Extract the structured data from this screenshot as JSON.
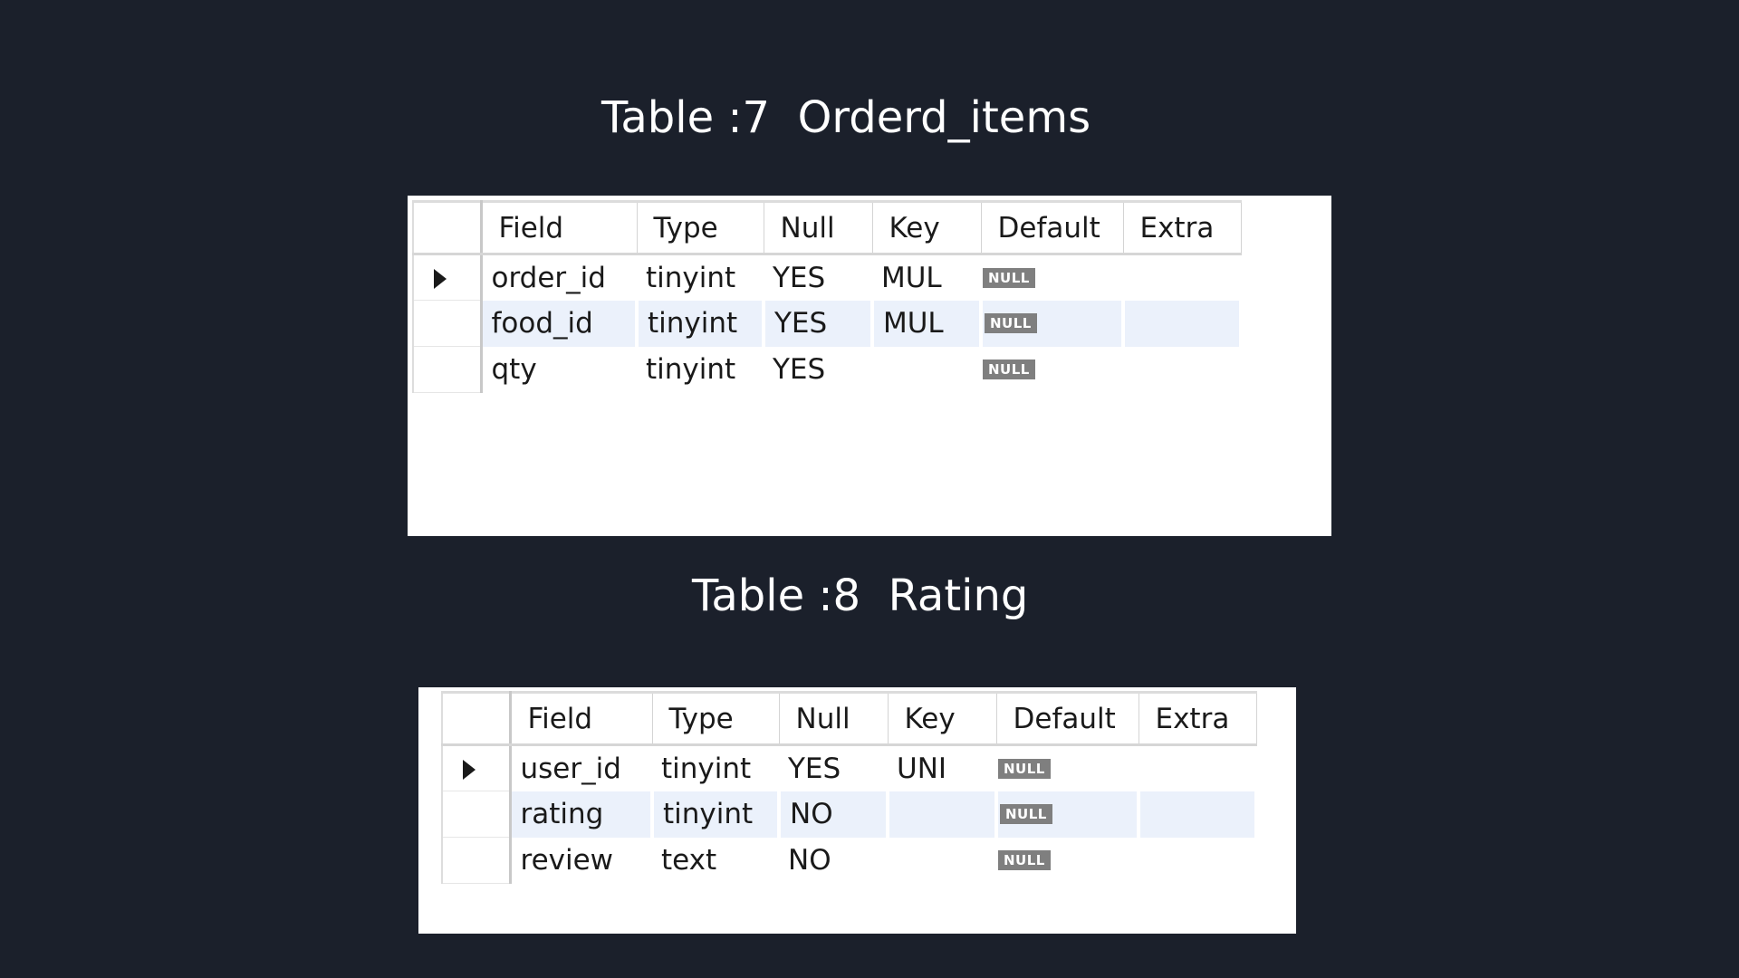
{
  "slides": {
    "table7_title": "Table :7  Orderd_items",
    "table8_title": "Table :8  Rating"
  },
  "columns": [
    "Field",
    "Type",
    "Null",
    "Key",
    "Default",
    "Extra"
  ],
  "table7": {
    "rows": [
      {
        "field": "order_id",
        "type": "tinyint",
        "null": "YES",
        "key": "MUL",
        "default": "NULL",
        "extra": ""
      },
      {
        "field": "food_id",
        "type": "tinyint",
        "null": "YES",
        "key": "MUL",
        "default": "NULL",
        "extra": ""
      },
      {
        "field": "qty",
        "type": "tinyint",
        "null": "YES",
        "key": "",
        "default": "NULL",
        "extra": ""
      }
    ]
  },
  "table8": {
    "rows": [
      {
        "field": "user_id",
        "type": "tinyint",
        "null": "YES",
        "key": "UNI",
        "default": "NULL",
        "extra": ""
      },
      {
        "field": "rating",
        "type": "tinyint",
        "null": "NO",
        "key": "",
        "default": "NULL",
        "extra": ""
      },
      {
        "field": "review",
        "type": "text",
        "null": "NO",
        "key": "",
        "default": "NULL",
        "extra": ""
      }
    ]
  },
  "icons": {
    "current_row": "triangle-right-icon"
  },
  "colors": {
    "background": "#1b202b",
    "selected_row": "#ebf1fb",
    "null_badge": "#7f7f7f"
  }
}
